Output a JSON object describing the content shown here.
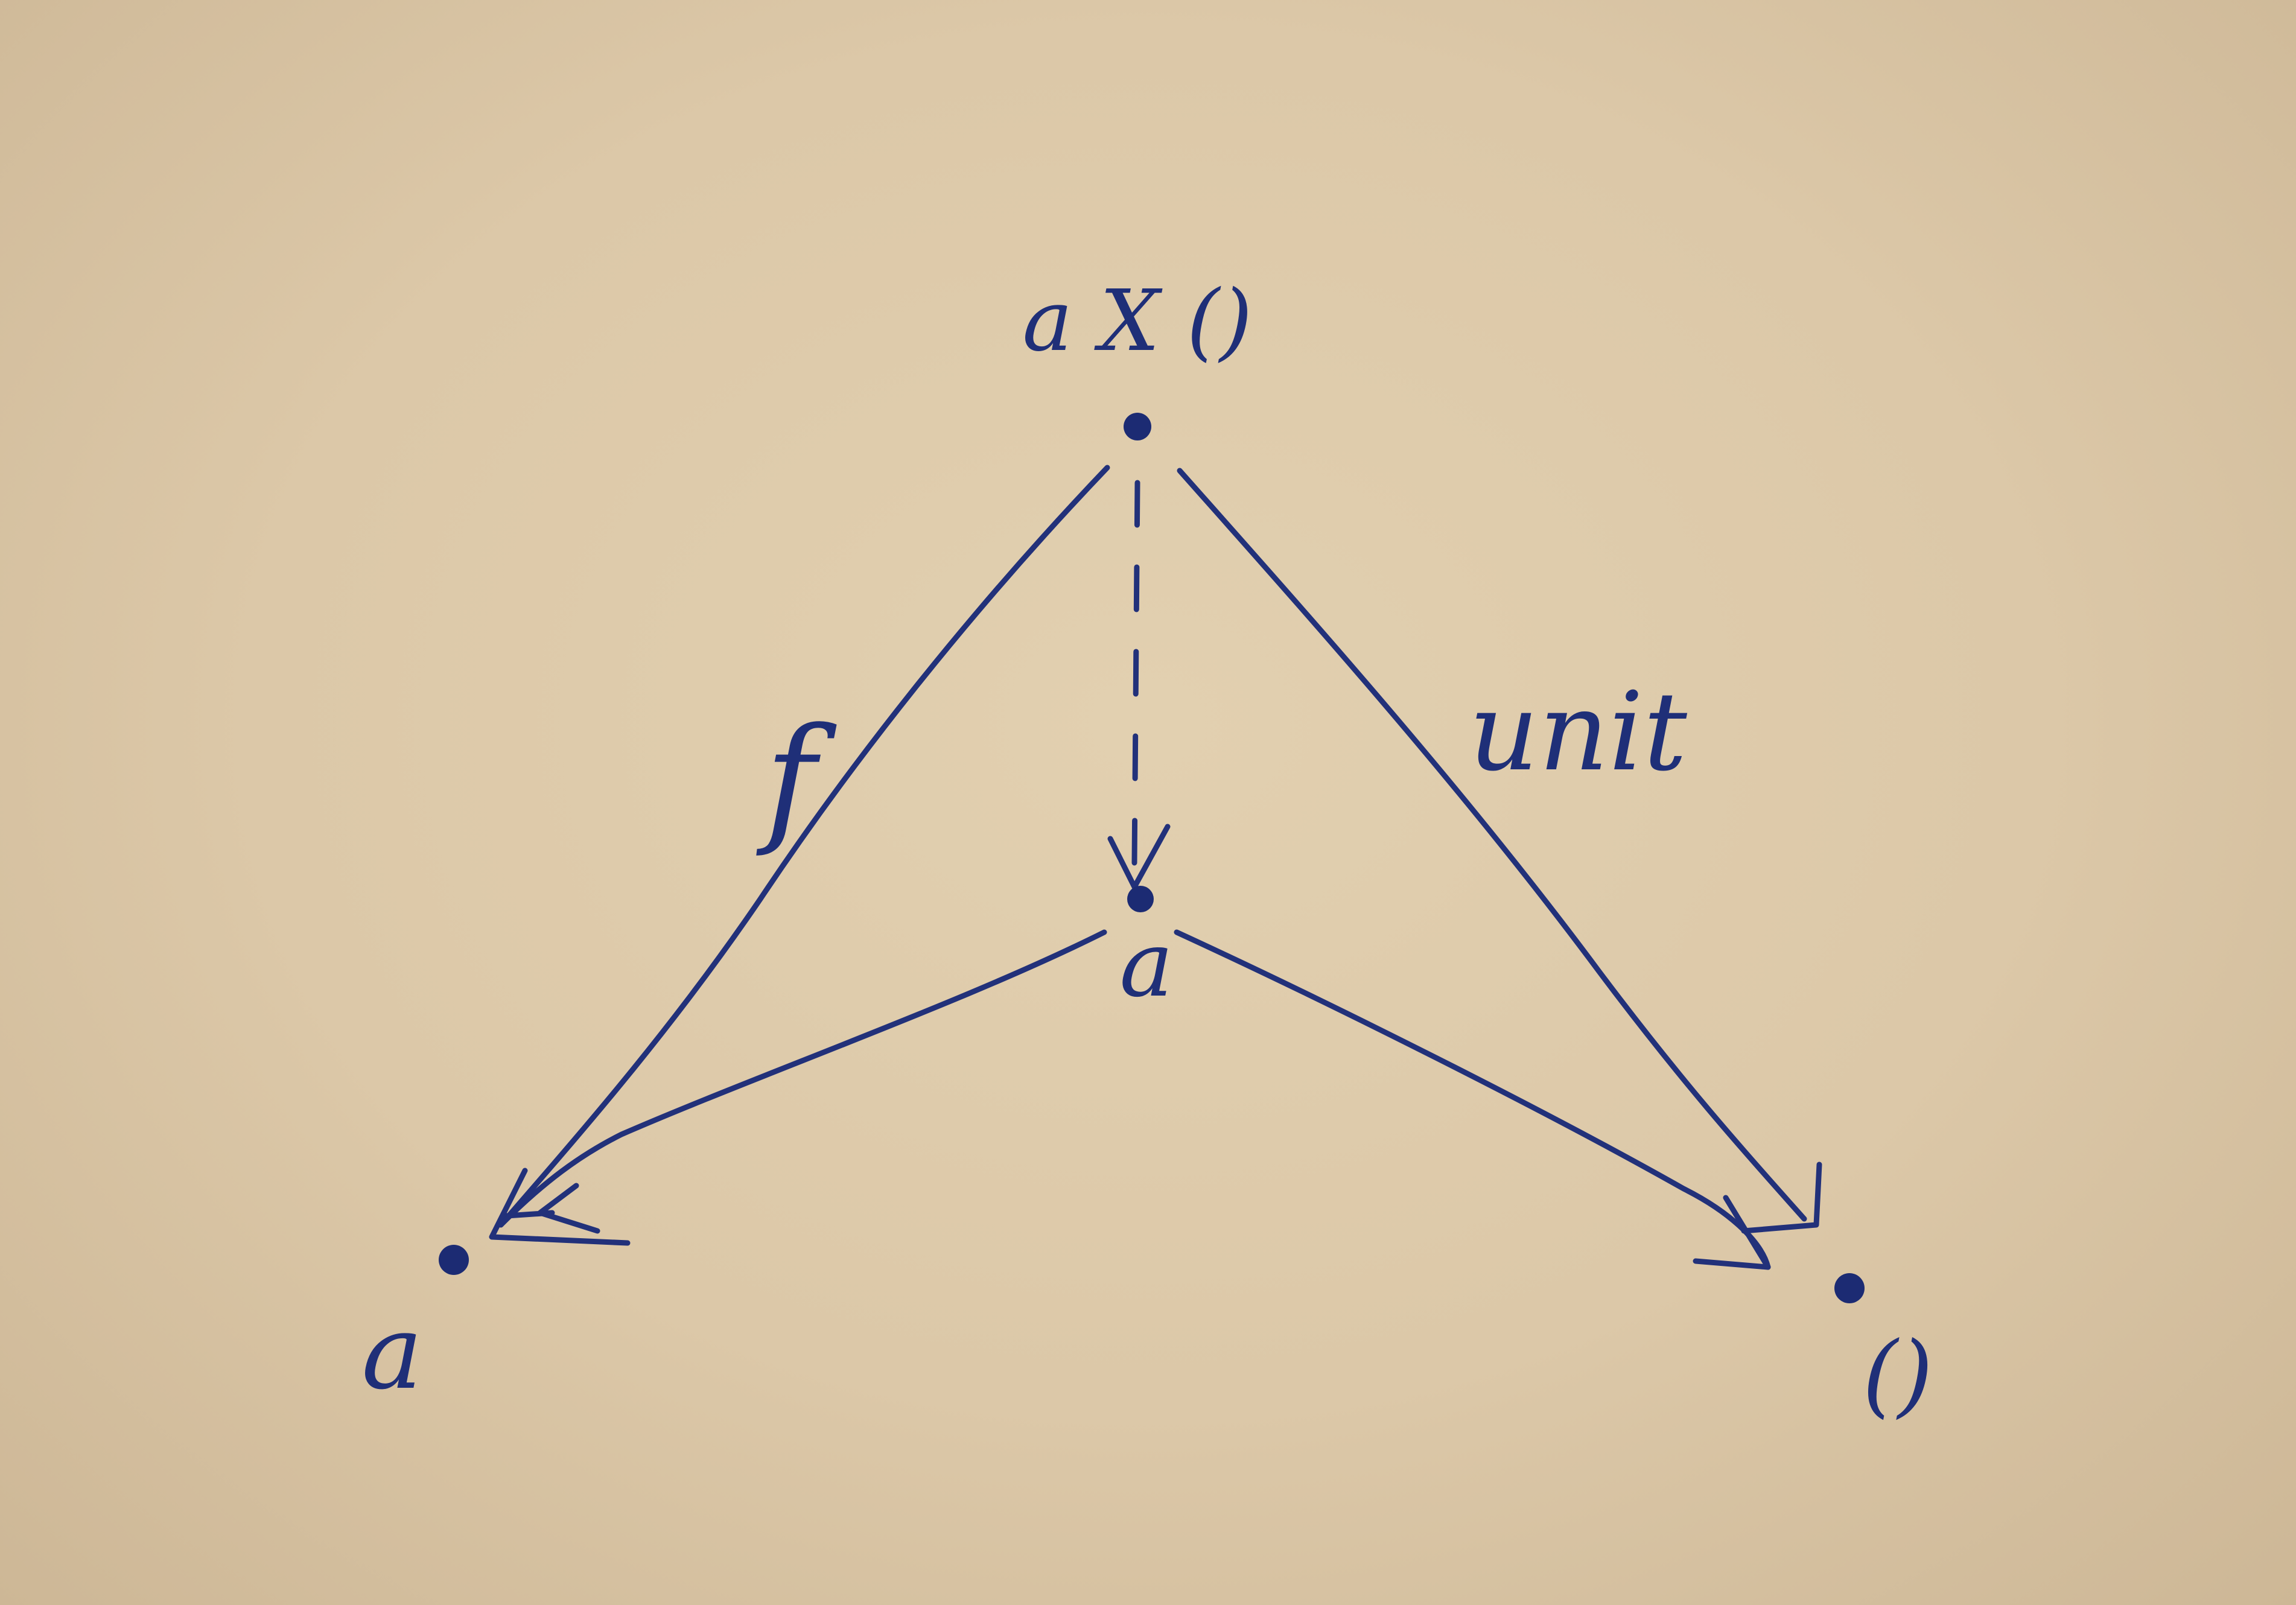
{
  "nodes": {
    "top": {
      "label": "a X ()"
    },
    "middle": {
      "label": "a"
    },
    "left": {
      "label": "a"
    },
    "right": {
      "label": "()"
    }
  },
  "edges": {
    "f": {
      "label": "f",
      "style": "solid"
    },
    "unit": {
      "label": "unit",
      "style": "solid"
    },
    "unique": {
      "label": "",
      "style": "dashed"
    },
    "middle_to_left": {
      "label": "",
      "style": "solid"
    },
    "middle_to_right": {
      "label": "",
      "style": "solid"
    }
  },
  "colors": {
    "paper": "#dcc9a9",
    "ink": "#22317a"
  }
}
